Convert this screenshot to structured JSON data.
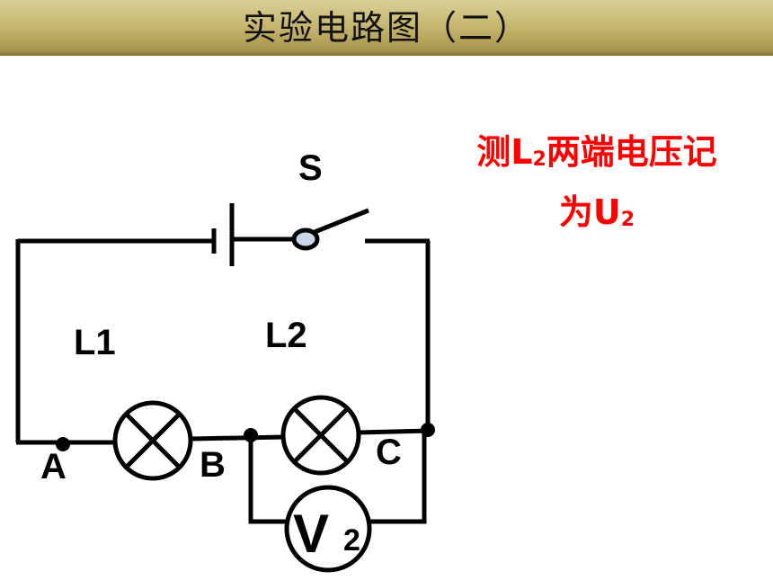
{
  "title": "实验电路图（二）",
  "note": {
    "line1_prefix": "测",
    "line1_symbol": "L",
    "line1_sub": "2",
    "line1_suffix": "两端电压记",
    "line2_prefix": "为",
    "line2_symbol": "U",
    "line2_sub": "2"
  },
  "labels": {
    "switch": "S",
    "lamp1": "L1",
    "lamp2": "L2",
    "node_a": "A",
    "node_b": "B",
    "node_c": "C",
    "voltmeter_symbol": "V",
    "voltmeter_sub": "2"
  },
  "colors": {
    "note": "#ff0000",
    "wire": "#000000",
    "switch_contact": "#c8d8e8"
  }
}
